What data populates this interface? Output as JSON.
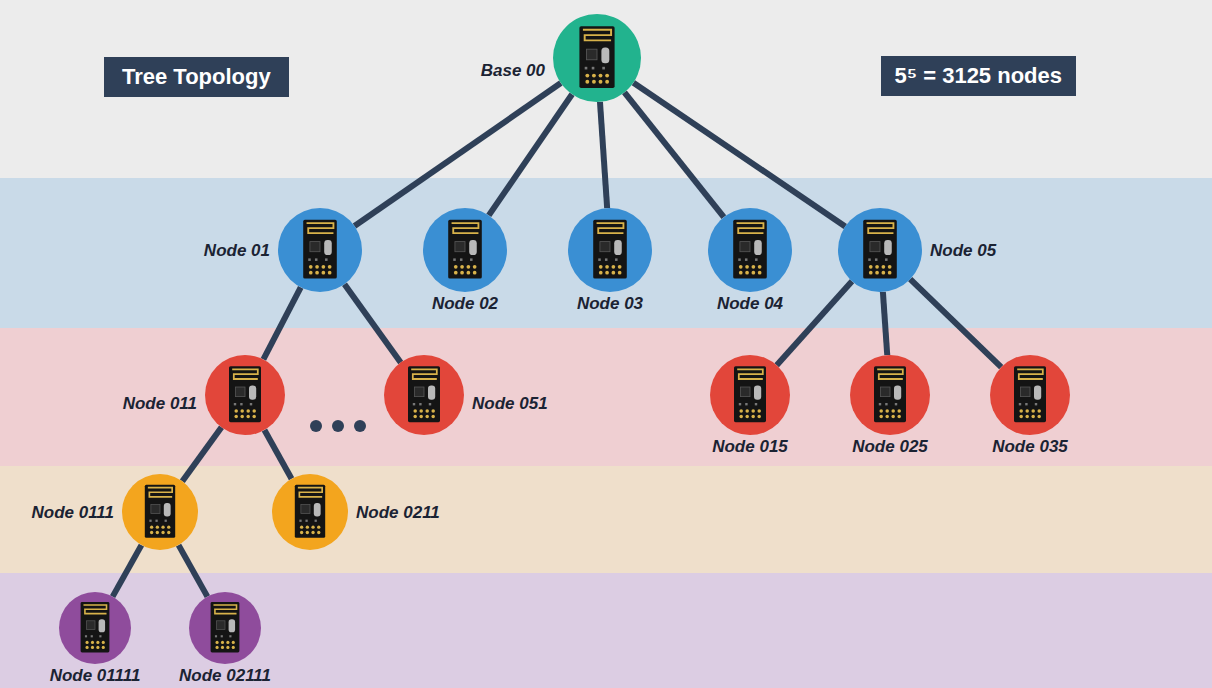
{
  "diagram": {
    "title": "Tree Topology",
    "nodes": [
      {
        "text": [
          "Base 00"
        ]
      },
      {
        "text": [
          "Node 01"
        ]
      },
      {
        "text": [
          "Node 02"
        ]
      },
      {
        "text": [
          "Node 03"
        ]
      },
      {
        "text": [
          "Node 04"
        ]
      },
      {
        "text": [
          "Node 05"
        ]
      },
      {
        "text": [
          "Node 011"
        ]
      },
      {
        "text": [
          "Node 051"
        ]
      },
      {
        "text": [
          "Node 015"
        ]
      },
      {
        "text": [
          "Node 025"
        ]
      },
      {
        "text": [
          "Node 035"
        ]
      },
      {
        "text": [
          "Node 0111"
        ]
      },
      {
        "text": [
          "Node 0211"
        ]
      },
      {
        "text": [
          "Node 01111"
        ]
      },
      {
        "text": [
          "Node 02111"
        ]
      }
    ],
    "edges": [
      {
        "from": 0,
        "to": 1,
        "arrow": "none"
      },
      {
        "from": 0,
        "to": 2,
        "arrow": "none"
      },
      {
        "from": 0,
        "to": 3,
        "arrow": "none"
      },
      {
        "from": 0,
        "to": 4,
        "arrow": "none"
      },
      {
        "from": 0,
        "to": 5,
        "arrow": "none"
      },
      {
        "from": 1,
        "to": 6,
        "arrow": "none"
      },
      {
        "from": 1,
        "to": 7,
        "arrow": "none"
      },
      {
        "from": 5,
        "to": 8,
        "arrow": "none"
      },
      {
        "from": 5,
        "to": 9,
        "arrow": "none"
      },
      {
        "from": 5,
        "to": 10,
        "arrow": "none"
      },
      {
        "from": 6,
        "to": 11,
        "arrow": "none"
      },
      {
        "from": 6,
        "to": 12,
        "arrow": "none"
      },
      {
        "from": 11,
        "to": 13,
        "arrow": "none"
      },
      {
        "from": 11,
        "to": 14,
        "arrow": "none"
      }
    ],
    "labels": [
      "5⁵ = 3125 nodes"
    ]
  }
}
